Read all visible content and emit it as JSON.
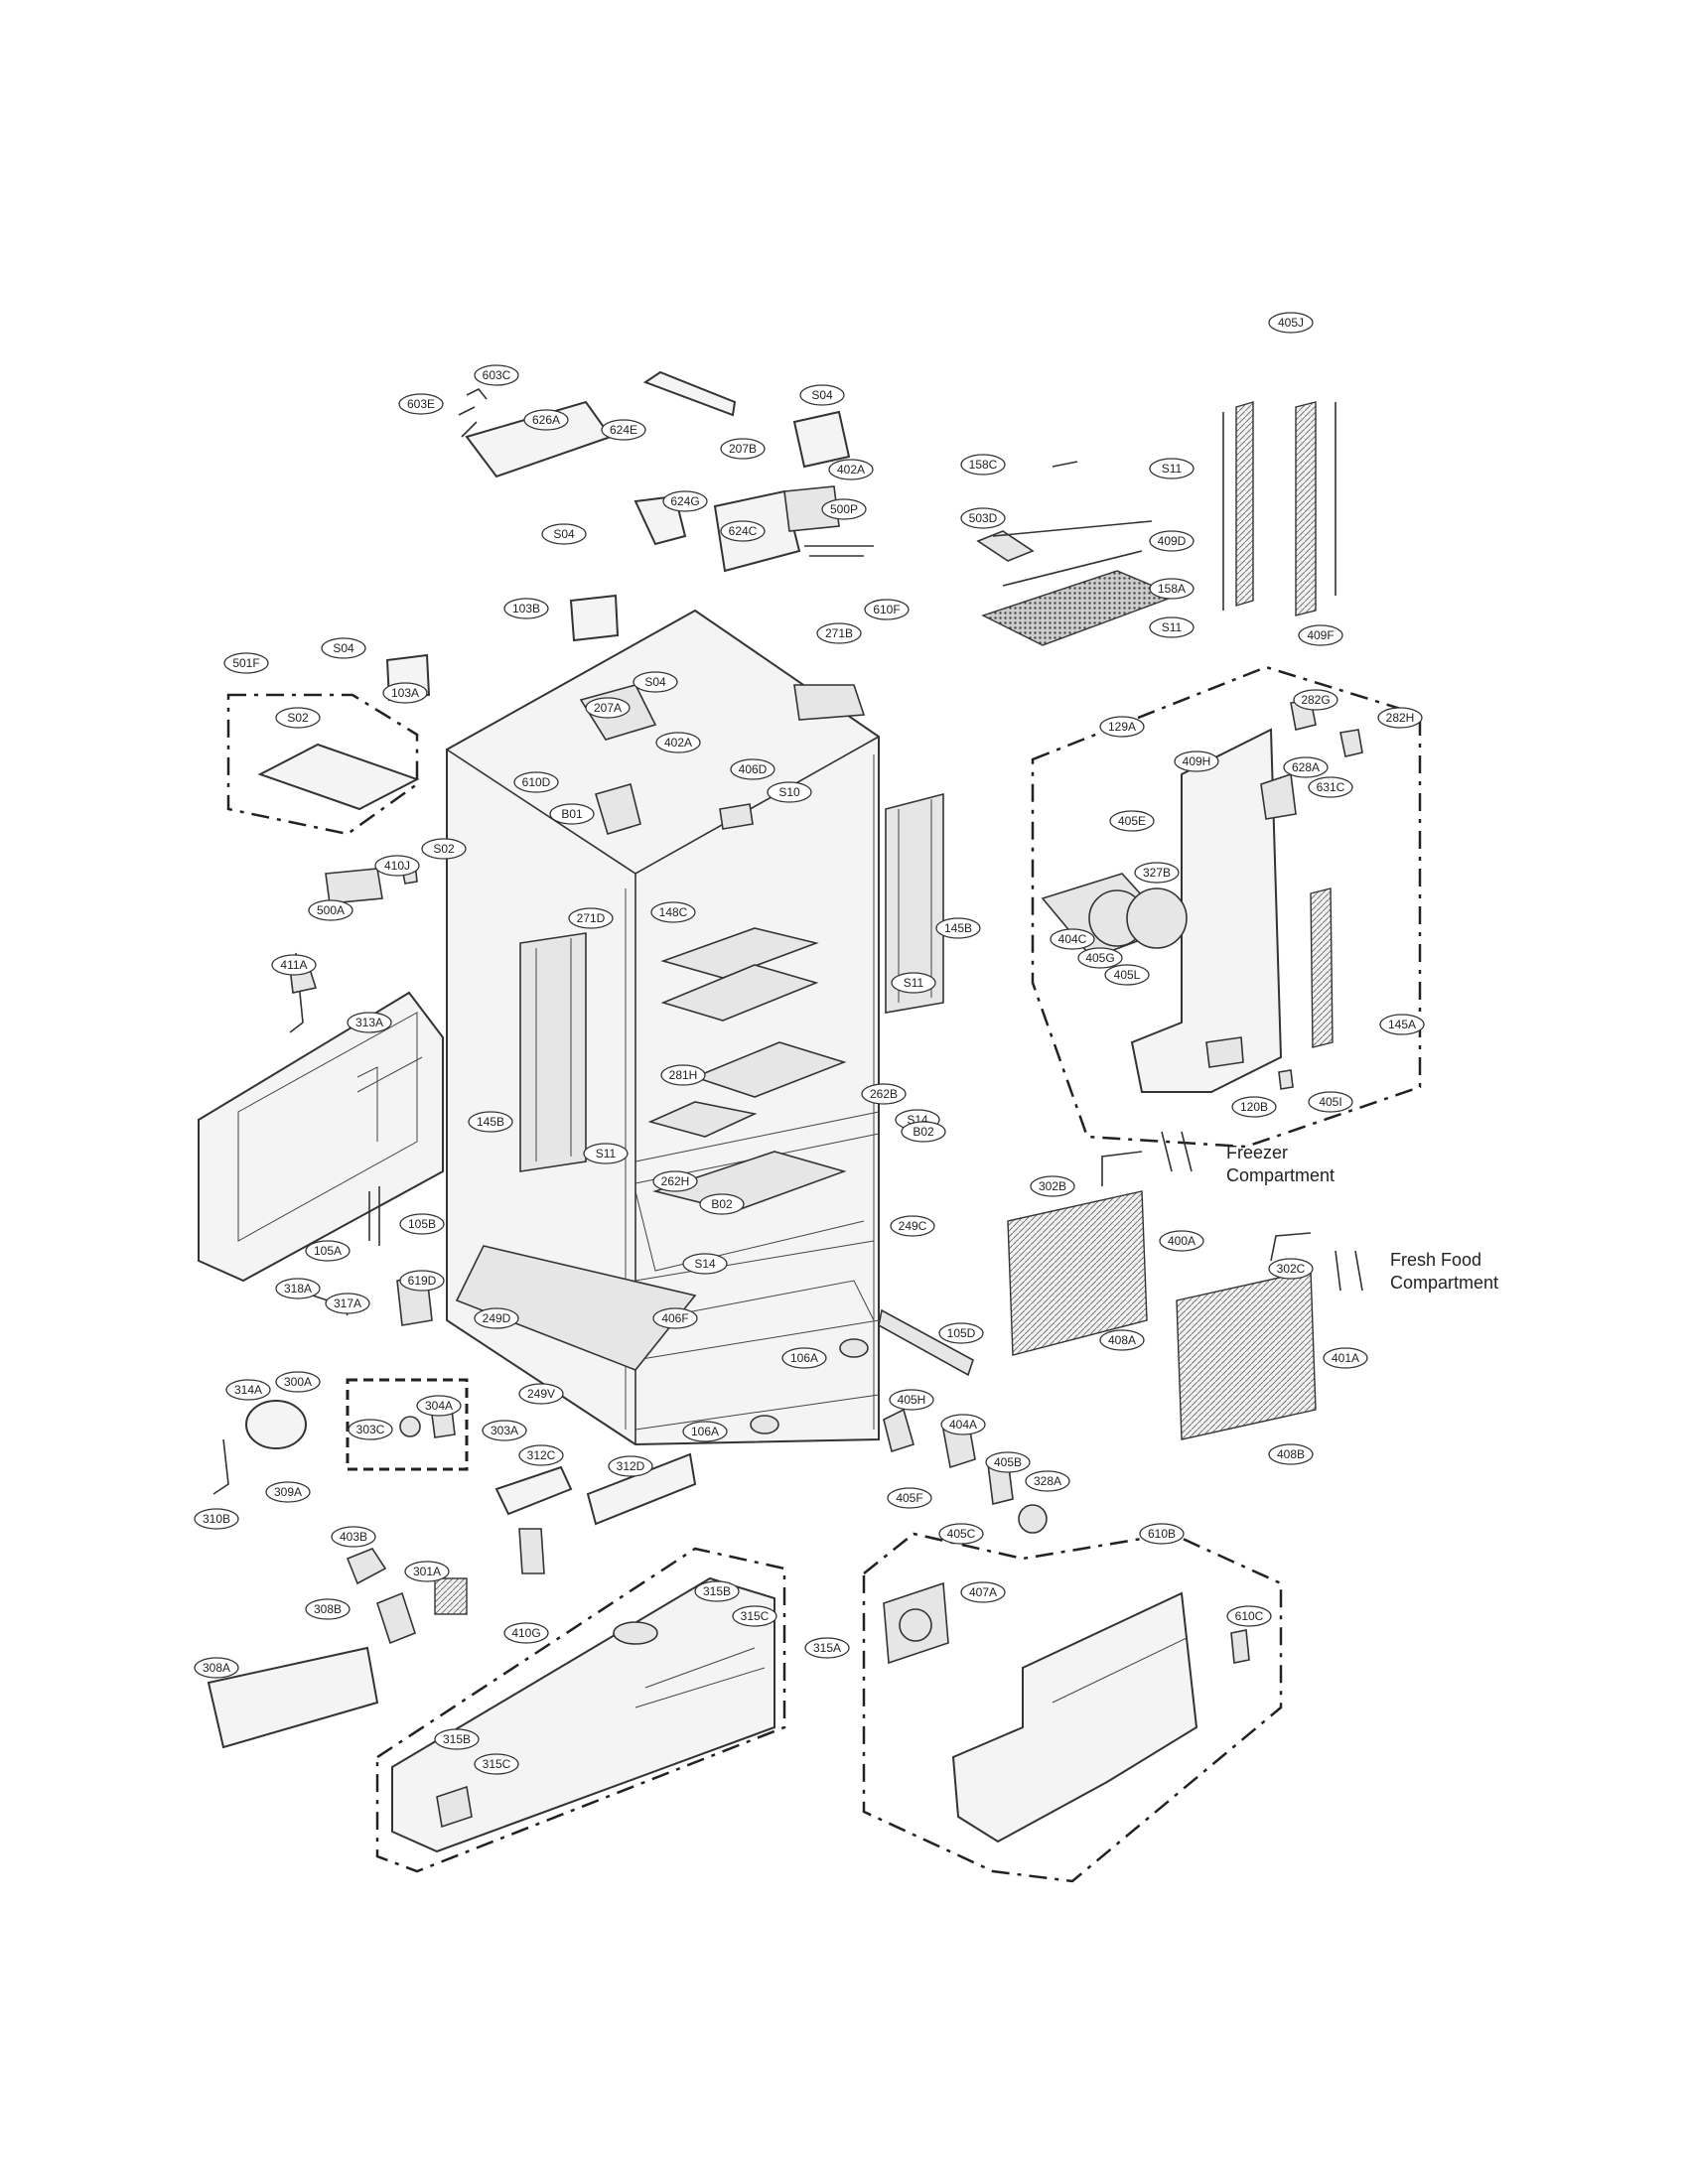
{
  "notes": {
    "freezer_line1": "Freezer",
    "freezer_line2": "Compartment",
    "freshfood_line1": "Fresh Food",
    "freshfood_line2": "Compartment"
  },
  "callouts": [
    {
      "id": "603E",
      "text": "603E"
    },
    {
      "id": "603C",
      "text": "603C"
    },
    {
      "id": "626A",
      "text": "626A"
    },
    {
      "id": "624E",
      "text": "624E"
    },
    {
      "id": "S04a",
      "text": "S04"
    },
    {
      "id": "207B",
      "text": "207B"
    },
    {
      "id": "402Aa",
      "text": "402A"
    },
    {
      "id": "624G",
      "text": "624G"
    },
    {
      "id": "624C",
      "text": "624C"
    },
    {
      "id": "500P",
      "text": "500P"
    },
    {
      "id": "610F",
      "text": "610F"
    },
    {
      "id": "S04b",
      "text": "S04"
    },
    {
      "id": "103B",
      "text": "103B"
    },
    {
      "id": "158C",
      "text": "158C"
    },
    {
      "id": "S11a",
      "text": "S11"
    },
    {
      "id": "503D",
      "text": "503D"
    },
    {
      "id": "409D",
      "text": "409D"
    },
    {
      "id": "158A",
      "text": "158A"
    },
    {
      "id": "S11b",
      "text": "S11"
    },
    {
      "id": "405J",
      "text": "405J"
    },
    {
      "id": "409F",
      "text": "409F"
    },
    {
      "id": "501F",
      "text": "501F"
    },
    {
      "id": "S04c",
      "text": "S04"
    },
    {
      "id": "103A",
      "text": "103A"
    },
    {
      "id": "S02a",
      "text": "S02"
    },
    {
      "id": "271B",
      "text": "271B"
    },
    {
      "id": "S04d",
      "text": "S04"
    },
    {
      "id": "207A",
      "text": "207A"
    },
    {
      "id": "402Ab",
      "text": "402A"
    },
    {
      "id": "406D",
      "text": "406D"
    },
    {
      "id": "S10",
      "text": "S10"
    },
    {
      "id": "610D",
      "text": "610D"
    },
    {
      "id": "B01",
      "text": "B01"
    },
    {
      "id": "410J",
      "text": "410J"
    },
    {
      "id": "S02b",
      "text": "S02"
    },
    {
      "id": "271D",
      "text": "271D"
    },
    {
      "id": "148C",
      "text": "148C"
    },
    {
      "id": "500A",
      "text": "500A"
    },
    {
      "id": "411A",
      "text": "411A"
    },
    {
      "id": "313A",
      "text": "313A"
    },
    {
      "id": "145Ba",
      "text": "145B"
    },
    {
      "id": "S11c",
      "text": "S11"
    },
    {
      "id": "281H",
      "text": "281H"
    },
    {
      "id": "262B",
      "text": "262B"
    },
    {
      "id": "S14a",
      "text": "S14"
    },
    {
      "id": "B02a",
      "text": "B02"
    },
    {
      "id": "145Bb",
      "text": "145B"
    },
    {
      "id": "S11d",
      "text": "S11"
    },
    {
      "id": "262H",
      "text": "262H"
    },
    {
      "id": "B02b",
      "text": "B02"
    },
    {
      "id": "249C",
      "text": "249C"
    },
    {
      "id": "S14b",
      "text": "S14"
    },
    {
      "id": "105A",
      "text": "105A"
    },
    {
      "id": "105B",
      "text": "105B"
    },
    {
      "id": "318A",
      "text": "318A"
    },
    {
      "id": "317A",
      "text": "317A"
    },
    {
      "id": "619D",
      "text": "619D"
    },
    {
      "id": "249D",
      "text": "249D"
    },
    {
      "id": "406F",
      "text": "406F"
    },
    {
      "id": "249V",
      "text": "249V"
    },
    {
      "id": "106Aa",
      "text": "106A"
    },
    {
      "id": "105D",
      "text": "105D"
    },
    {
      "id": "129A",
      "text": "129A"
    },
    {
      "id": "282G",
      "text": "282G"
    },
    {
      "id": "282H",
      "text": "282H"
    },
    {
      "id": "409H",
      "text": "409H"
    },
    {
      "id": "628A",
      "text": "628A"
    },
    {
      "id": "631C",
      "text": "631C"
    },
    {
      "id": "405E",
      "text": "405E"
    },
    {
      "id": "327B",
      "text": "327B"
    },
    {
      "id": "404C",
      "text": "404C"
    },
    {
      "id": "405G",
      "text": "405G"
    },
    {
      "id": "405L",
      "text": "405L"
    },
    {
      "id": "145A",
      "text": "145A"
    },
    {
      "id": "120B",
      "text": "120B"
    },
    {
      "id": "405I",
      "text": "405I"
    },
    {
      "id": "302B",
      "text": "302B"
    },
    {
      "id": "400A",
      "text": "400A"
    },
    {
      "id": "408A",
      "text": "408A"
    },
    {
      "id": "302C",
      "text": "302C"
    },
    {
      "id": "401A",
      "text": "401A"
    },
    {
      "id": "408B",
      "text": "408B"
    },
    {
      "id": "314A",
      "text": "314A"
    },
    {
      "id": "300A",
      "text": "300A"
    },
    {
      "id": "303C",
      "text": "303C"
    },
    {
      "id": "304A",
      "text": "304A"
    },
    {
      "id": "303A",
      "text": "303A"
    },
    {
      "id": "309A",
      "text": "309A"
    },
    {
      "id": "310B",
      "text": "310B"
    },
    {
      "id": "312C",
      "text": "312C"
    },
    {
      "id": "312D",
      "text": "312D"
    },
    {
      "id": "106Ab",
      "text": "106A"
    },
    {
      "id": "405H",
      "text": "405H"
    },
    {
      "id": "404A",
      "text": "404A"
    },
    {
      "id": "405B",
      "text": "405B"
    },
    {
      "id": "328A",
      "text": "328A"
    },
    {
      "id": "405F",
      "text": "405F"
    },
    {
      "id": "405C",
      "text": "405C"
    },
    {
      "id": "403B",
      "text": "403B"
    },
    {
      "id": "301A",
      "text": "301A"
    },
    {
      "id": "308B",
      "text": "308B"
    },
    {
      "id": "410G",
      "text": "410G"
    },
    {
      "id": "315Ba",
      "text": "315B"
    },
    {
      "id": "315Ca",
      "text": "315C"
    },
    {
      "id": "315A",
      "text": "315A"
    },
    {
      "id": "308A",
      "text": "308A"
    },
    {
      "id": "315Bb",
      "text": "315B"
    },
    {
      "id": "315Cb",
      "text": "315C"
    },
    {
      "id": "610B",
      "text": "610B"
    },
    {
      "id": "407A",
      "text": "407A"
    },
    {
      "id": "610C",
      "text": "610C"
    }
  ]
}
